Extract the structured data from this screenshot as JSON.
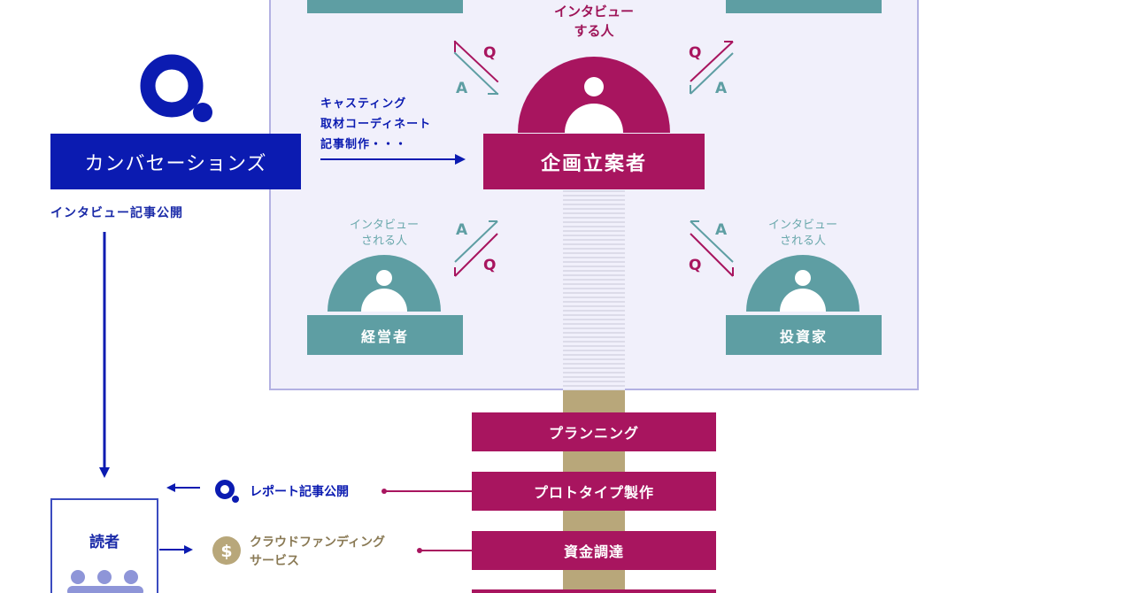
{
  "colors": {
    "navy": "#0b1bb1",
    "magenta": "#a8155f",
    "teal": "#5e9ea3",
    "gold": "#b8a77a",
    "panel_bg": "#f1f0fb",
    "panel_border": "#b3b1e2"
  },
  "icons": [
    "conversations-q-logo-icon",
    "person-arch-icon",
    "dollar-coin-icon",
    "q-small-icon",
    "readers-group-icon"
  ],
  "company": {
    "name": "カンバセーションズ",
    "subtitle": "インタビュー記事公開"
  },
  "casting_services": {
    "line1": "キャスティング",
    "line2": "取材コーディネート",
    "line3": "記事制作・・・"
  },
  "interviewer": {
    "line1": "インタビュー",
    "line2": "する人",
    "label": "企画立案者"
  },
  "interviewees": {
    "caption_line1": "インタビュー",
    "caption_line2": "される人",
    "left_label": "経営者",
    "right_label": "投資家"
  },
  "qa": {
    "q": "Q",
    "a": "A"
  },
  "steps": [
    "プランニング",
    "プロトタイプ製作",
    "資金調達"
  ],
  "outputs": {
    "report": "レポート記事公開",
    "crowdfunding_line1": "クラウドファンディング",
    "crowdfunding_line2": "サービス"
  },
  "readers": {
    "label": "読者"
  }
}
